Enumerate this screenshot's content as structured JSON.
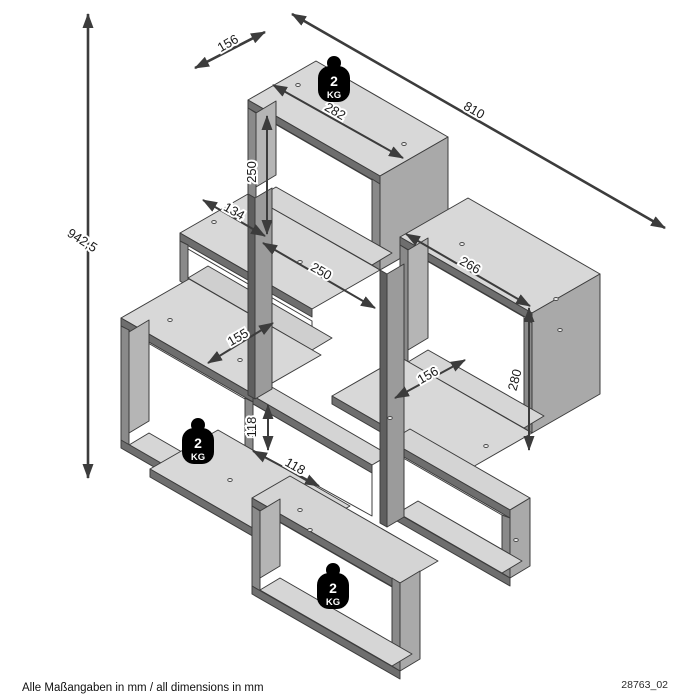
{
  "drawing": {
    "footer_note": "Alle Maßangaben in mm / all dimensions in mm",
    "drawing_number": "28763_02",
    "overall": {
      "depth": "156",
      "width": "810",
      "height": "942,5"
    },
    "dims": {
      "top_inner_width": "282",
      "top_inner_height": "250",
      "upper_left_width": "134",
      "middle_inner_width": "250",
      "right_inner_width": "266",
      "right_inner_height": "280",
      "shelf_depth_left": "155",
      "shelf_depth_right": "156",
      "half_inner_height": "118",
      "half_inner_width": "118"
    },
    "load_badge": {
      "value": "2",
      "unit": "KG"
    },
    "colors": {
      "background": "#ffffff",
      "outline": "#3c3c3c",
      "top_face": "#d8d8d8",
      "side_face": "#a9a9a9",
      "slab_edge": "#6e6e6e",
      "inner_wall": "#b5b5b5",
      "badge_background": "#000000",
      "badge_text": "#ffffff"
    }
  }
}
